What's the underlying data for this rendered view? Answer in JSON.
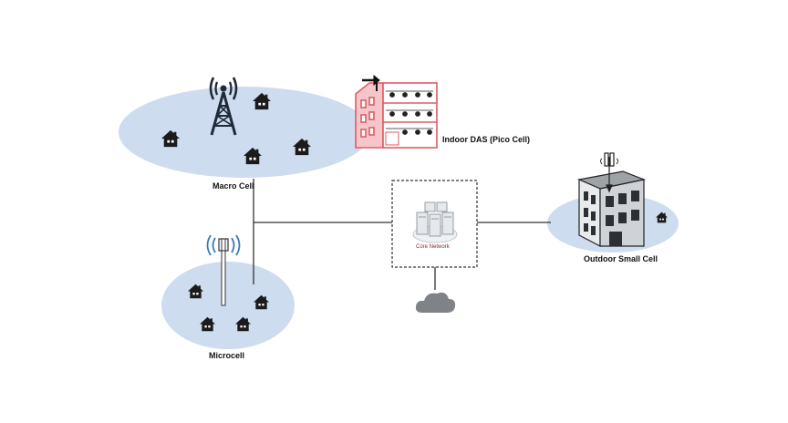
{
  "labels": {
    "macro_cell": "Macro Cell",
    "indoor_das": "Indoor DAS (Pico Cell)",
    "core_network": "Core Network",
    "outdoor_small_cell": "Outdoor Small Cell",
    "microcell": "Microcell"
  },
  "icons": {
    "tower": "cell-tower-icon",
    "house": "house-icon",
    "building": "building-icon",
    "servers": "server-icon",
    "cloud": "cloud-icon",
    "antenna": "antenna-icon"
  },
  "colors": {
    "coverage_fill": "#cddcef",
    "line": "#333333",
    "indoor_building": "#e05b63",
    "cloud": "#7f8388",
    "core_text": "#8a2a2a"
  }
}
